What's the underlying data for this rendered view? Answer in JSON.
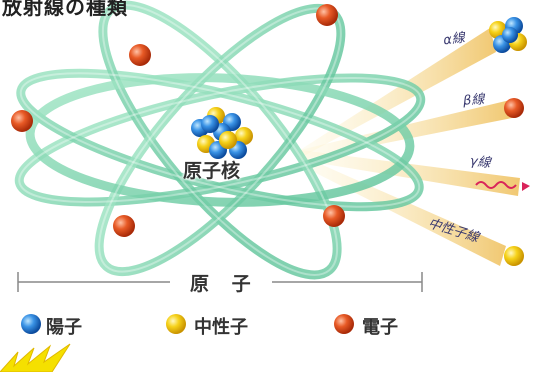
{
  "title": "放射線の種類",
  "nucleus_label": "原子核",
  "atom_label": "原 子",
  "rays": {
    "alpha": "α線",
    "beta": "β線",
    "gamma": "γ線",
    "neutron": "中性子線"
  },
  "legend": {
    "proton": "陽子",
    "neutron": "中性子",
    "electron": "電子"
  },
  "colors": {
    "orbit": "#8fd9b6",
    "proton": "#2a7fd4",
    "neutron": "#f2c200",
    "electron": "#e0461c",
    "beam": "#f5d98a",
    "gamma_wave": "#d9245a"
  }
}
